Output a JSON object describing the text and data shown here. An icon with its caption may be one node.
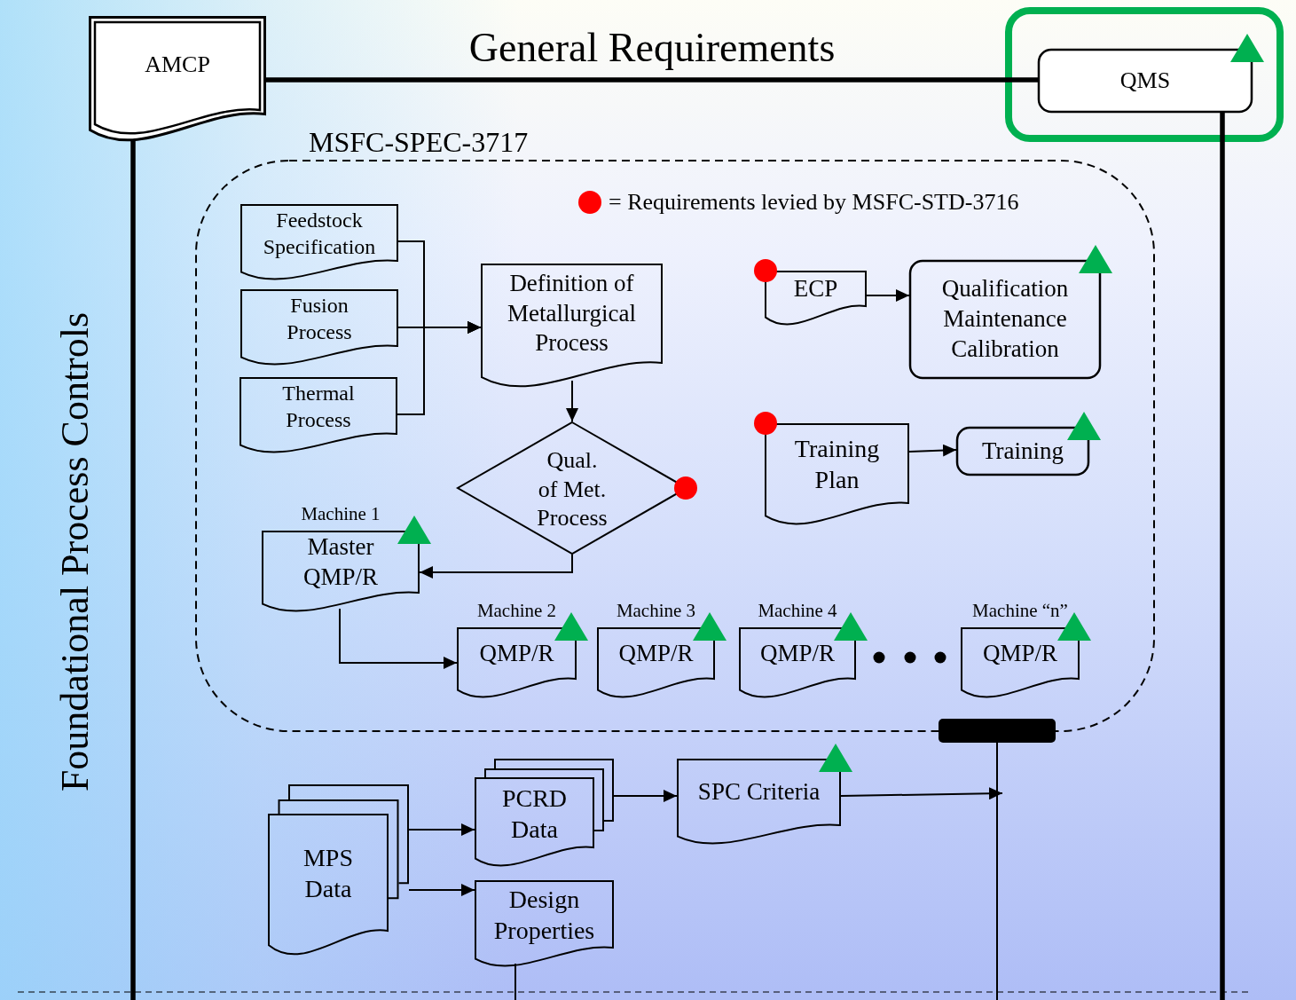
{
  "diagram": {
    "title": "General Requirements",
    "nodes": [
      {
        "text": [
          "AMCP"
        ]
      },
      {
        "text": [
          "QMS"
        ]
      },
      {
        "text": [
          "MSFC-SPEC-3717"
        ]
      },
      {
        "text": [
          "Feedstock Specification"
        ],
        "in": 2
      },
      {
        "text": [
          "Fusion Process"
        ],
        "in": 2
      },
      {
        "text": [
          "Thermal Process"
        ],
        "in": 2
      },
      {
        "text": [
          "Definition of Metallurgical Process"
        ],
        "in": 2
      },
      {
        "text": [
          "Qual. of Met. Process"
        ],
        "in": 2
      },
      {
        "text": [
          "Master QMP/R"
        ],
        "in": 2,
        "beside": [
          "Machine 1"
        ]
      },
      {
        "text": [
          "QMP/R"
        ],
        "in": 2,
        "beside": [
          "Machine 2"
        ]
      },
      {
        "text": [
          "QMP/R"
        ],
        "in": 2,
        "beside": [
          "Machine 3"
        ]
      },
      {
        "text": [
          "QMP/R"
        ],
        "in": 2,
        "beside": [
          "Machine 4"
        ]
      },
      {
        "text": [
          "QMP/R"
        ],
        "in": 2,
        "beside": [
          "Machine “n”"
        ]
      },
      {
        "text": [
          "ECP"
        ],
        "in": 2
      },
      {
        "text": [
          "Qualification Maintenance Calibration"
        ],
        "in": 2
      },
      {
        "text": [
          "Training Plan"
        ],
        "in": 2
      },
      {
        "text": [
          "Training"
        ],
        "in": 2
      },
      {
        "text": [],
        "shape": "bar"
      },
      {
        "text": [
          "MPS Data"
        ]
      },
      {
        "text": [
          "PCRD Data"
        ]
      },
      {
        "text": [
          "Design Properties"
        ]
      },
      {
        "text": [
          "SPC Criteria"
        ]
      }
    ],
    "edges": [
      {
        "from": 0,
        "to": 1,
        "arrow": "none",
        "style": "thick"
      },
      {
        "from": 0,
        "to": null,
        "arrow": "none",
        "style": "thick"
      },
      {
        "from": 1,
        "to": null,
        "arrow": "none",
        "style": "thick"
      },
      {
        "from": 3,
        "to": 6,
        "arrow": "to"
      },
      {
        "from": 4,
        "to": 6,
        "arrow": "to"
      },
      {
        "from": 5,
        "to": 6,
        "arrow": "to"
      },
      {
        "from": 6,
        "to": 7,
        "arrow": "to"
      },
      {
        "from": 7,
        "to": 8,
        "arrow": "to"
      },
      {
        "from": 8,
        "to": 9,
        "arrow": "to"
      },
      {
        "from": 13,
        "to": 14,
        "arrow": "to"
      },
      {
        "from": 15,
        "to": 16,
        "arrow": "to"
      },
      {
        "from": 17,
        "to": null,
        "arrow": "none"
      },
      {
        "from": 18,
        "to": 19,
        "arrow": "to"
      },
      {
        "from": 18,
        "to": 20,
        "arrow": "to"
      },
      {
        "from": 19,
        "to": 21,
        "arrow": "to"
      },
      {
        "from": 21,
        "to": null,
        "arrow": "to"
      },
      {
        "from": 20,
        "to": null,
        "arrow": "none"
      }
    ],
    "labels": [
      "Foundational Process Controls"
    ],
    "legend": [
      {
        "text": "= Requirements levied by MSFC-STD-3716",
        "color": "#ff0000"
      }
    ]
  }
}
